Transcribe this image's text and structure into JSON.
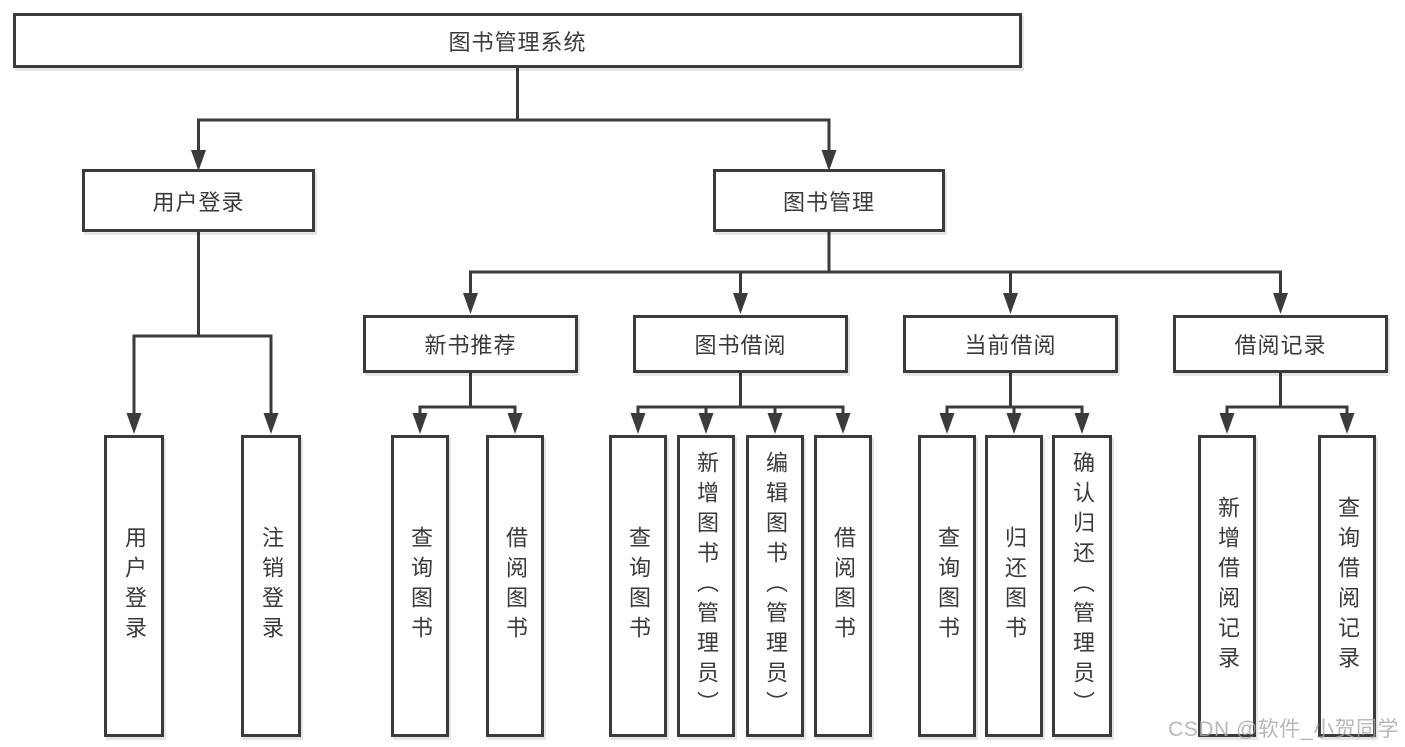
{
  "tree": {
    "root": {
      "label": "图书管理系统"
    },
    "user_branch": {
      "label": "用户登录",
      "children": [
        {
          "label": "用户登录"
        },
        {
          "label": "注销登录"
        }
      ]
    },
    "book_branch": {
      "label": "图书管理",
      "sections": [
        {
          "label": "新书推荐",
          "children": [
            {
              "label": "查询图书"
            },
            {
              "label": "借阅图书"
            }
          ]
        },
        {
          "label": "图书借阅",
          "children": [
            {
              "label": "查询图书"
            },
            {
              "label": "新增图书（管理员）"
            },
            {
              "label": "编辑图书（管理员）"
            },
            {
              "label": "借阅图书"
            }
          ]
        },
        {
          "label": "当前借阅",
          "children": [
            {
              "label": "查询图书"
            },
            {
              "label": "归还图书"
            },
            {
              "label": "确认归还（管理员）"
            }
          ]
        },
        {
          "label": "借阅记录",
          "children": [
            {
              "label": "新增借阅记录"
            },
            {
              "label": "查询借阅记录"
            }
          ]
        }
      ]
    }
  },
  "watermark": "CSDN @软件_小贺同学",
  "colors": {
    "line": "#3b3b3b",
    "box_border": "#3b3b3b",
    "text": "#3a3a3a",
    "watermark": "#a8a8a8",
    "background": "#ffffff"
  }
}
